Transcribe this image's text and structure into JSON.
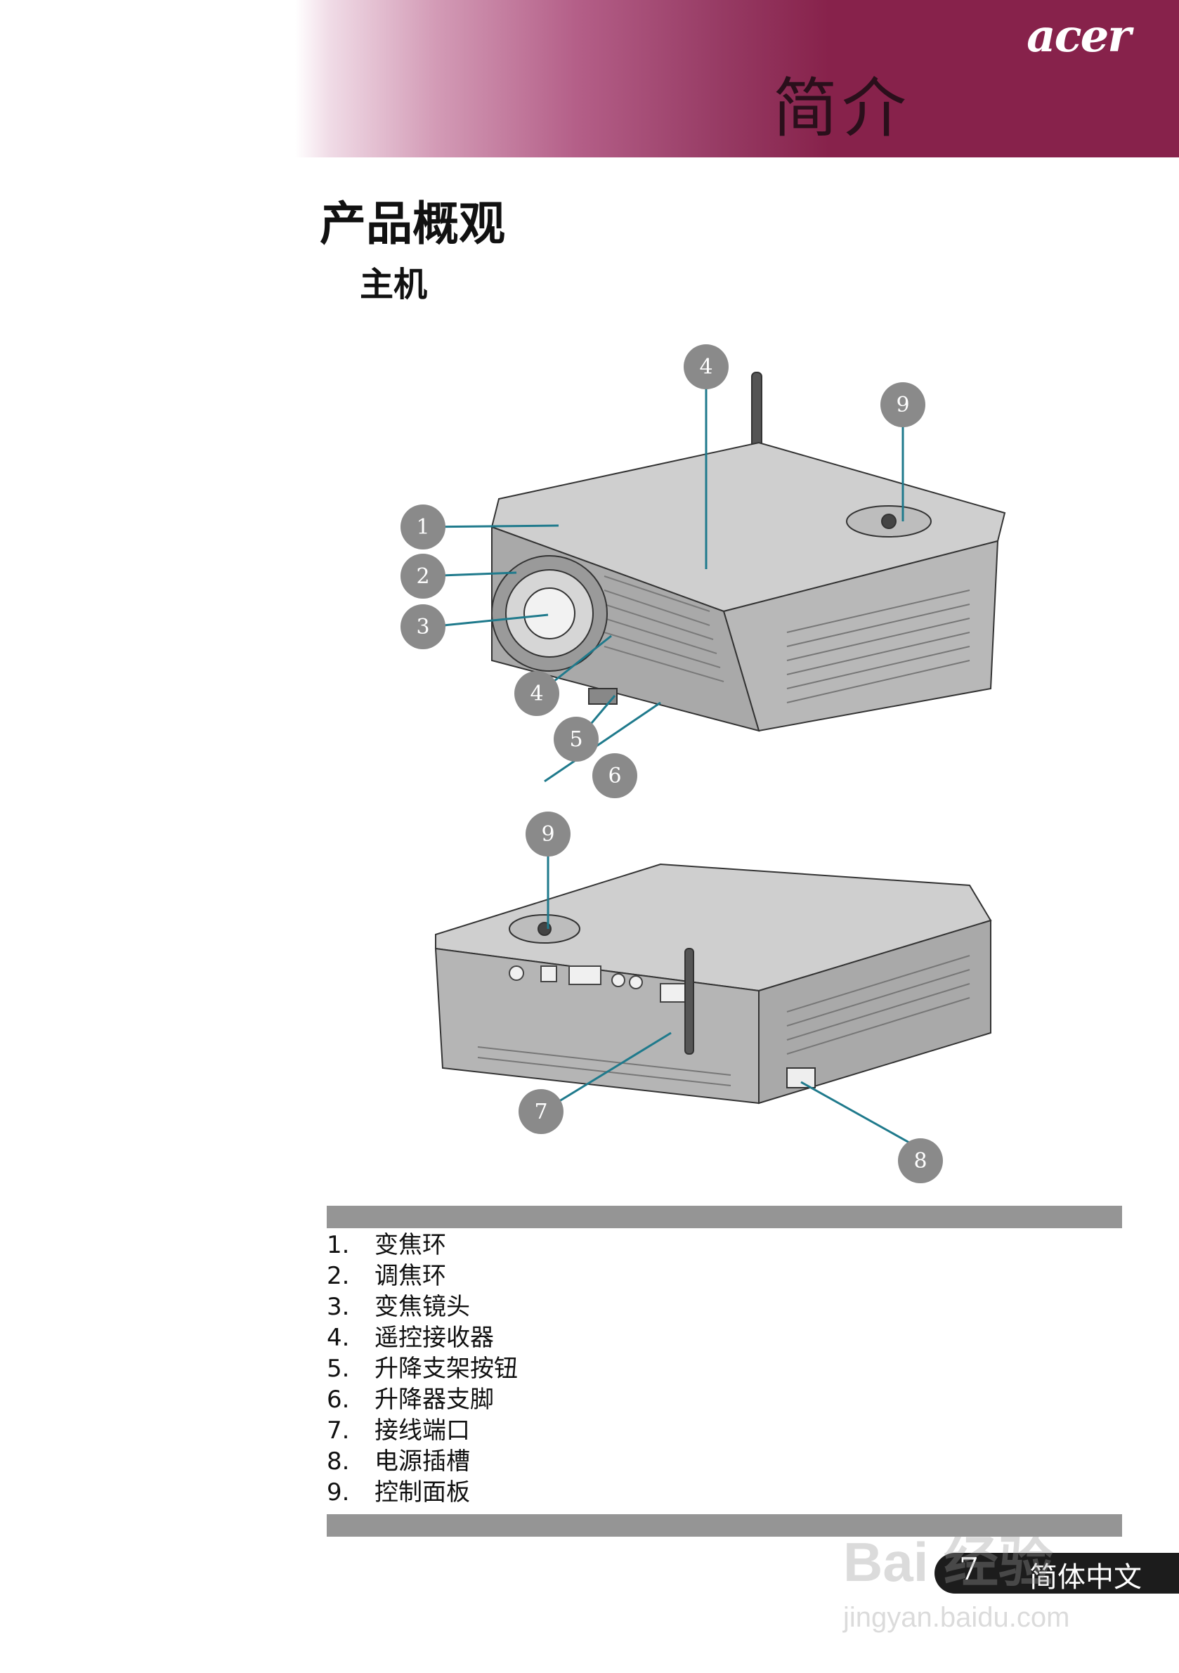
{
  "header": {
    "logo_text": "acer",
    "chapter_title": "简介",
    "band_color": "#87224b"
  },
  "section_title": "产品概观",
  "subsection_title": "主机",
  "callouts": [
    "1",
    "2",
    "3",
    "4",
    "4",
    "5",
    "6",
    "9",
    "9",
    "7",
    "8"
  ],
  "parts_list": [
    {
      "num": "1.",
      "label": "变焦环"
    },
    {
      "num": "2.",
      "label": "调焦环"
    },
    {
      "num": "3.",
      "label": "变焦镜头"
    },
    {
      "num": "4.",
      "label": "遥控接收器"
    },
    {
      "num": "5.",
      "label": "升降支架按钮"
    },
    {
      "num": "6.",
      "label": "升降器支脚"
    },
    {
      "num": "7.",
      "label": "接线端口"
    },
    {
      "num": "8.",
      "label": "电源插槽"
    },
    {
      "num": "9.",
      "label": "控制面板"
    }
  ],
  "footer": {
    "page_number": "7",
    "language": "简体中文"
  },
  "watermark": {
    "text": "Bai 经验",
    "url": "jingyan.baidu.com"
  },
  "colors": {
    "callout": "#8a8a8a",
    "leader_line": "#1f7a8c",
    "bar": "#959595"
  }
}
